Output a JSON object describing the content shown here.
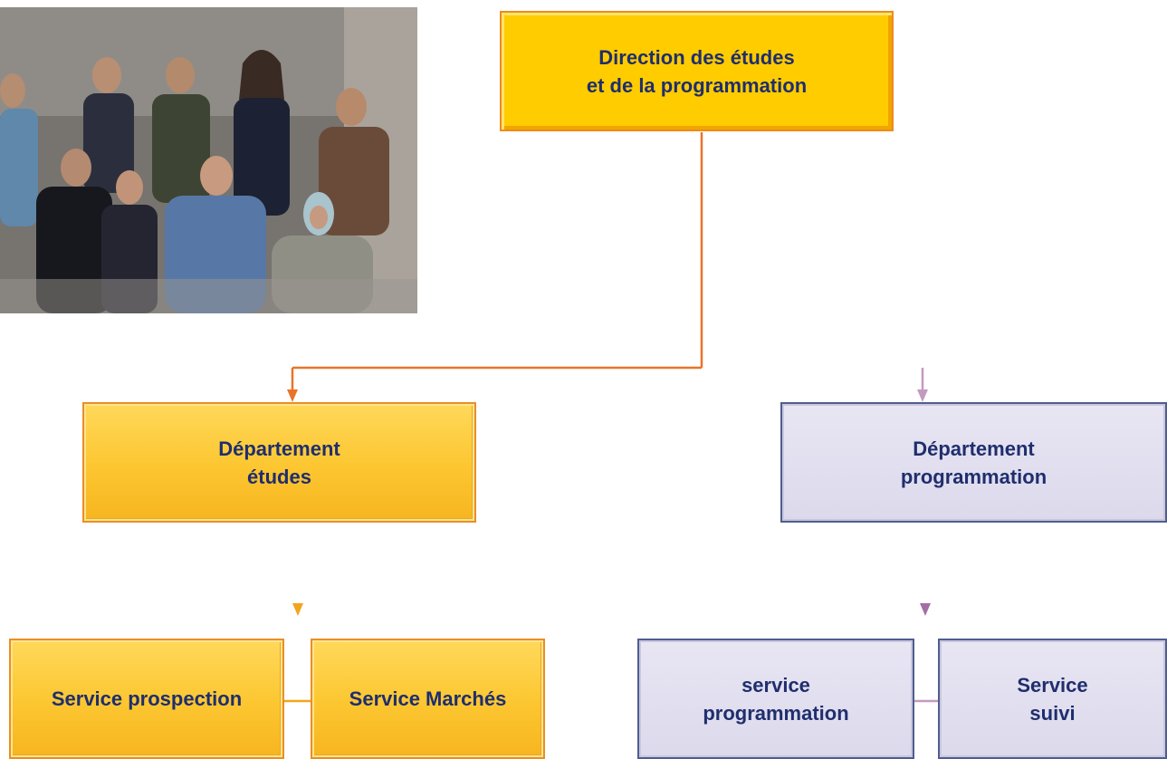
{
  "colors": {
    "orange_connector": "#e8742a",
    "gold_connector": "#f2a51f",
    "lavender_connector": "#c39ac0",
    "purple_arrow": "#a26ea4",
    "orange_box": "#fcc630",
    "gold_box": "#ffcc00",
    "lavender_box": "#dcd9ec",
    "text": "#1f2e6d"
  },
  "photo": {
    "icon": "group-photo"
  },
  "boxes": {
    "direction": "Direction des études\net de la programmation",
    "departement_etudes": "Département\nétudes",
    "departement_programmation": "Département\nprogrammation",
    "service_prospection": "Service prospection",
    "service_marches": "Service Marchés",
    "service_programmation": "service\nprogrammation",
    "service_suivi": "Service\nsuivi"
  }
}
